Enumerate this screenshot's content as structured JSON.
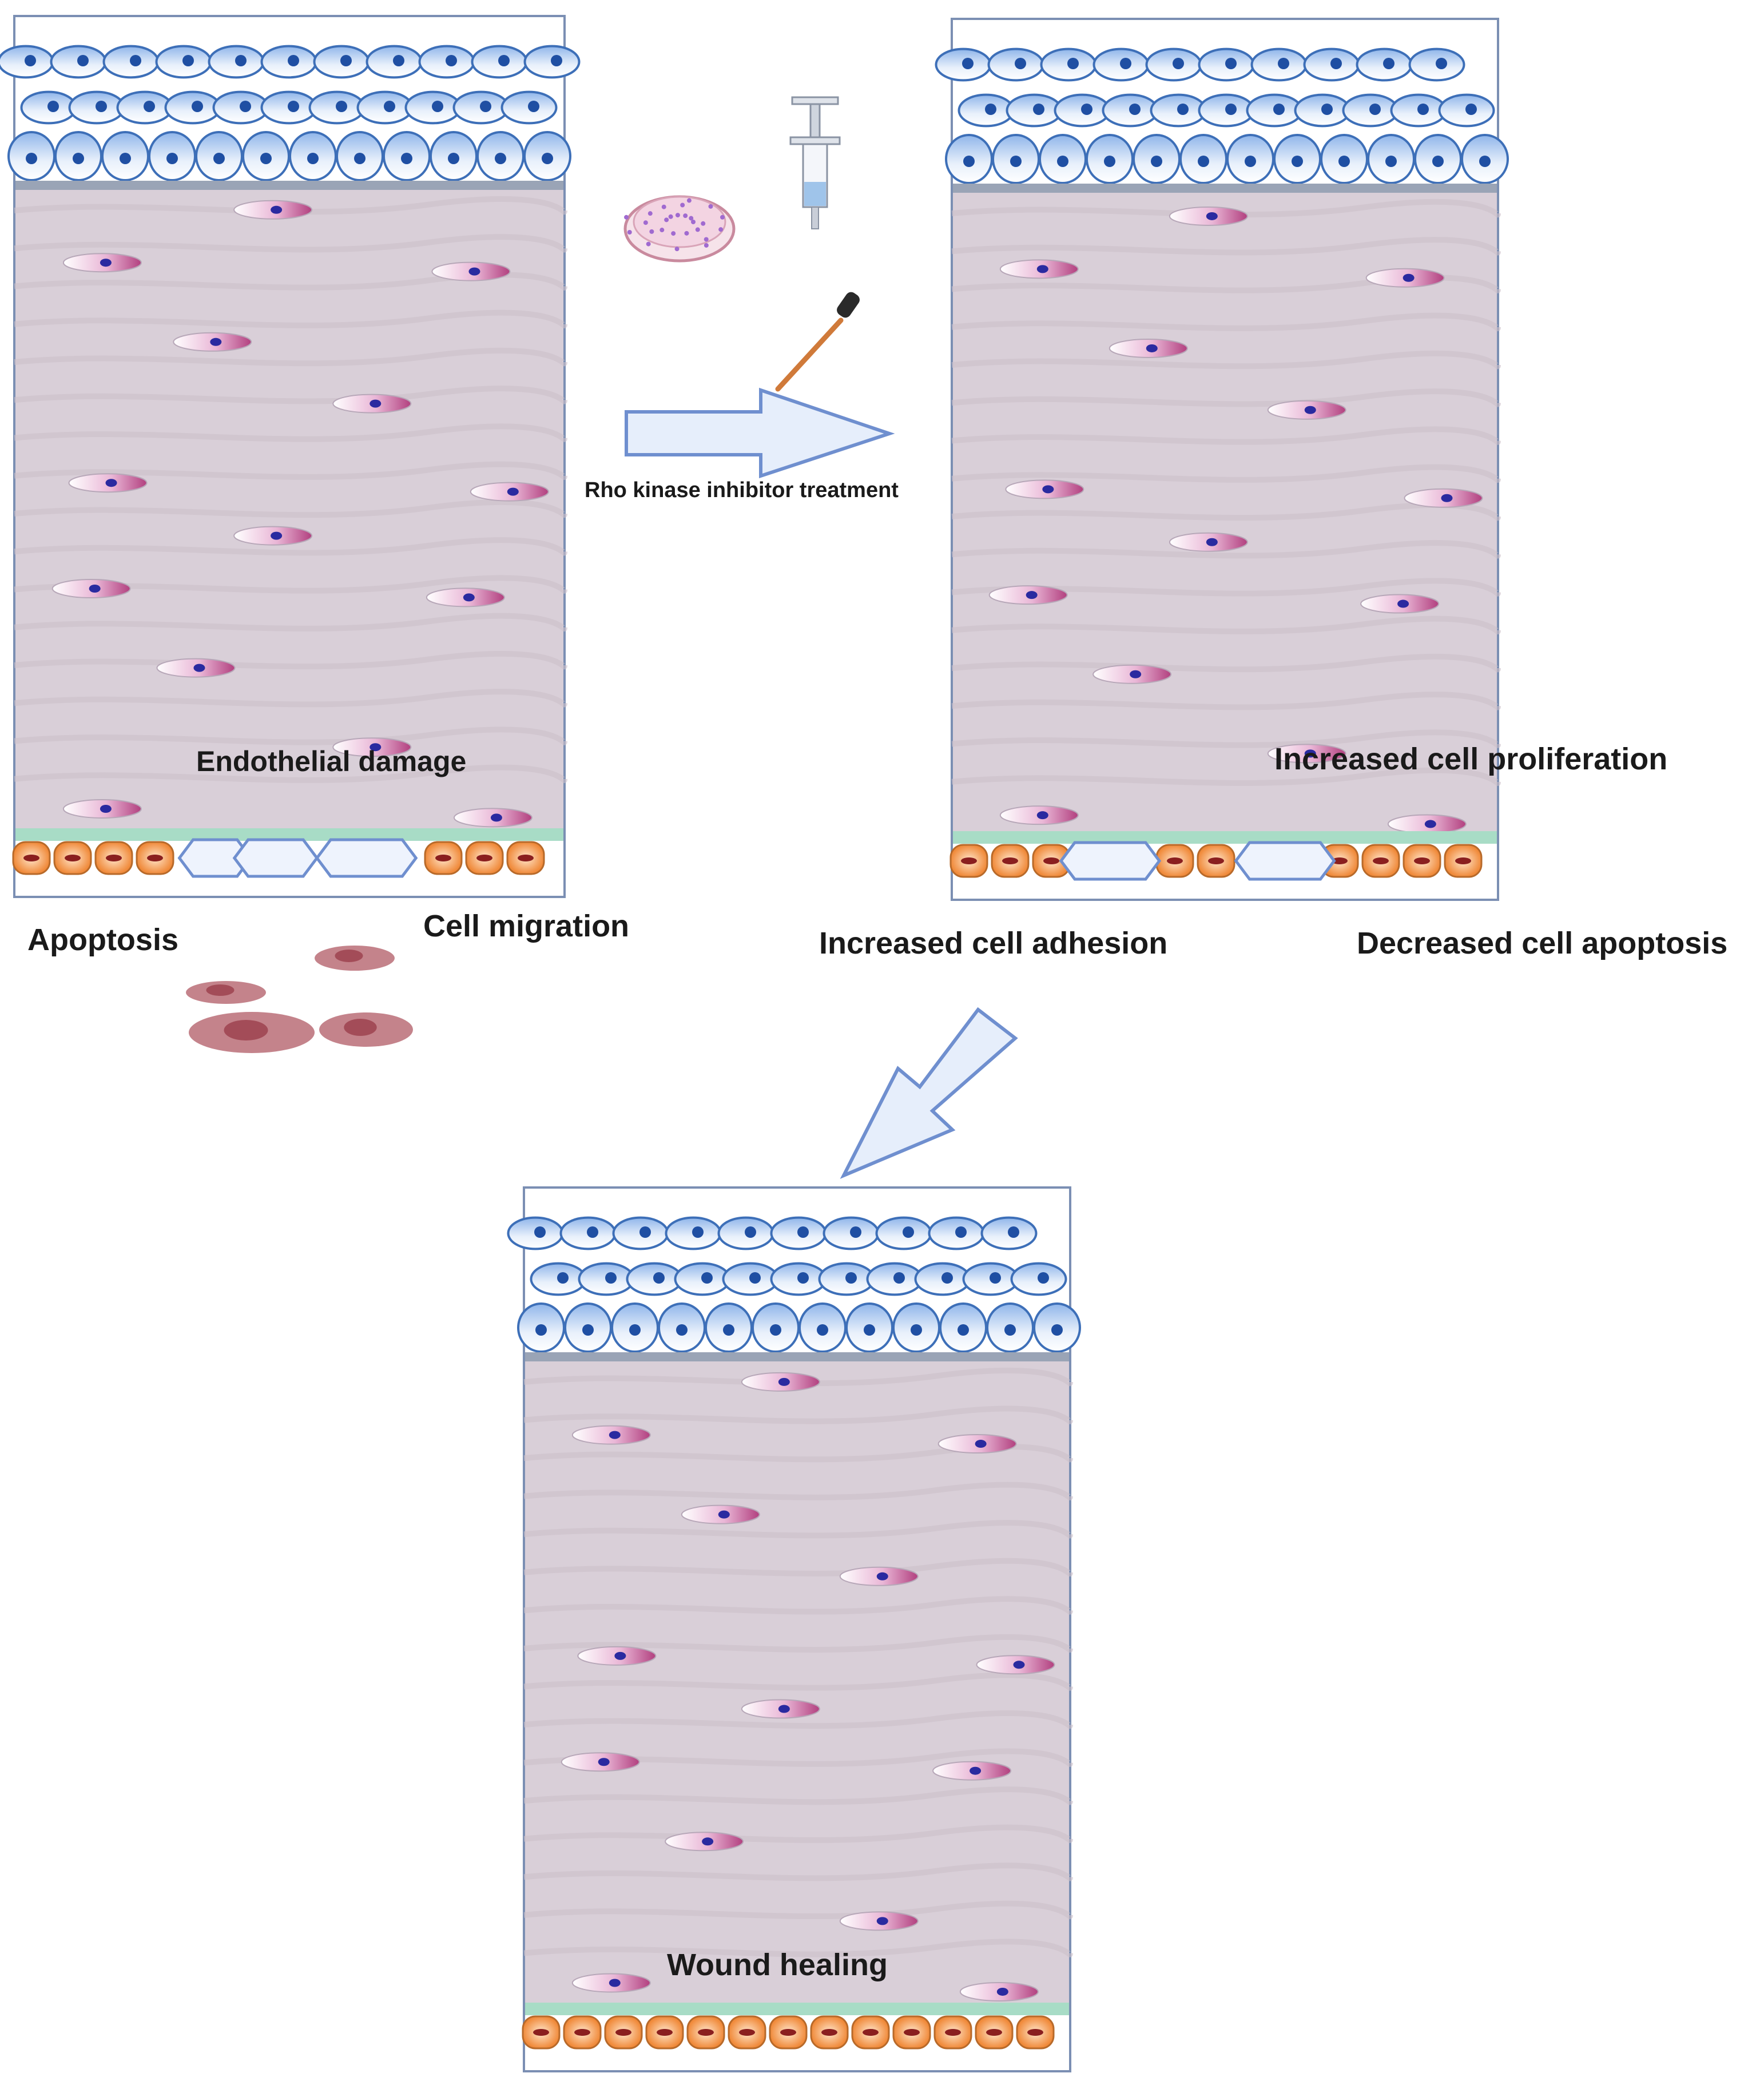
{
  "labels": {
    "endothelial_damage": "Endothelial damage",
    "treatment": "Rho kinase inhibitor treatment",
    "increased_proliferation": "Increased cell proliferation",
    "apoptosis": "Apoptosis",
    "cell_migration": "Cell migration",
    "increased_adhesion": "Increased cell adhesion",
    "decreased_apoptosis": "Decreased cell apoptosis",
    "wound_healing": "Wound healing"
  },
  "colors": {
    "epithelium": "#5b8fd6",
    "epithelium_light": "#dbe7f7",
    "nucleus": "#1f4fa3",
    "stroma": "#d9cfd8",
    "stroma_wave": "#cbbfca",
    "keratocyte": "#b2407f",
    "endothelium": "#f08a3a",
    "descemet": "#a8dcc6",
    "arrow_fill": "#e6eefb",
    "arrow_stroke": "#6f8fcf",
    "dead_cell": "#b4606a"
  }
}
